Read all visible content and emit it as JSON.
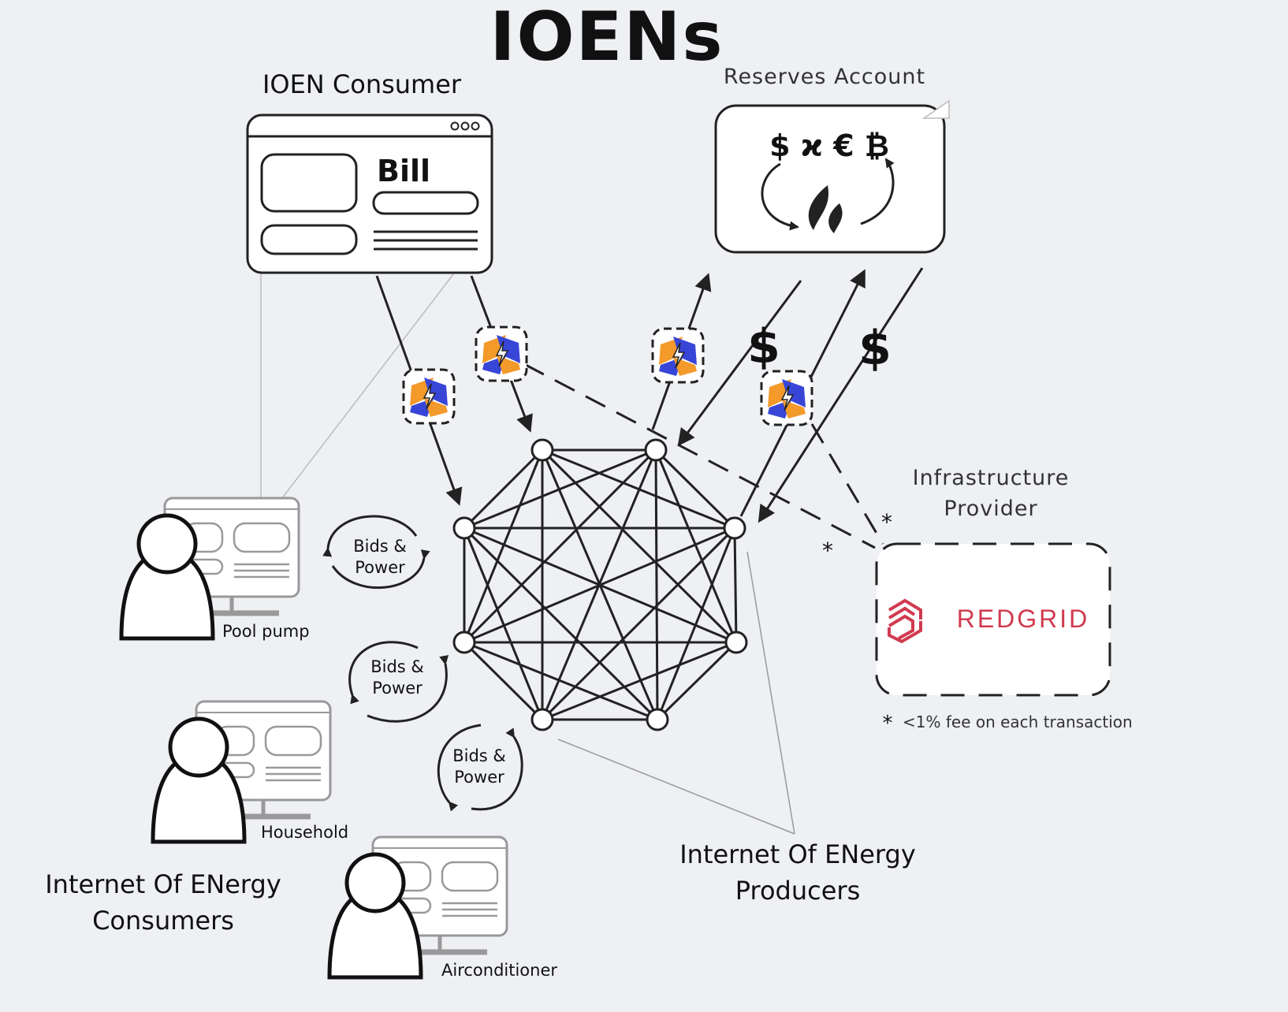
{
  "title": "IOENs",
  "consumer": {
    "label": "IOEN Consumer",
    "bill": "Bill"
  },
  "reserves": {
    "label": "Reserves Account",
    "symbols": "$ ϰ € ₿"
  },
  "infrastructure": {
    "label_line1": "Infrastructure",
    "label_line2": "Provider",
    "logo_text": "REDGRID",
    "fee_note": "<1% fee on each transaction",
    "asterisk": "*"
  },
  "dollar": "$",
  "bids": {
    "line1": "Bids &",
    "line2": "Power"
  },
  "devices": [
    "Pool pump",
    "Household",
    "Airconditioner"
  ],
  "consumers_label": {
    "line1": "Internet Of ENergy",
    "line2": "Consumers"
  },
  "producers_label": {
    "line1": "Internet Of ENergy",
    "line2": "Producers"
  }
}
